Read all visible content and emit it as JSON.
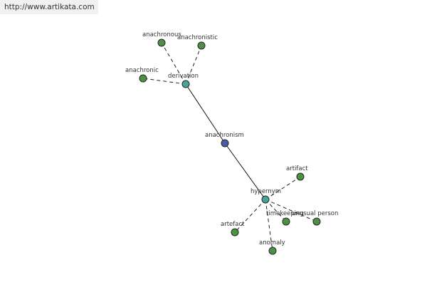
{
  "banner": {
    "url": "http://www.artikata.com"
  },
  "colors": {
    "center": "#4a5aa8",
    "hub": "#4aa39a",
    "leaf": "#4f8f48"
  },
  "graph": {
    "nodes": [
      {
        "id": "anachronism",
        "label": "anachronism",
        "kind": "center"
      },
      {
        "id": "derivation",
        "label": "derivation",
        "kind": "hub"
      },
      {
        "id": "hypernym",
        "label": "hypernym",
        "kind": "hub"
      },
      {
        "id": "anachronous",
        "label": "anachronous",
        "kind": "leaf"
      },
      {
        "id": "anachronistic",
        "label": "anachronistic",
        "kind": "leaf"
      },
      {
        "id": "anachronic",
        "label": "anachronic",
        "kind": "leaf"
      },
      {
        "id": "artifact",
        "label": "artifact",
        "kind": "leaf"
      },
      {
        "id": "timekeeping",
        "label": "timekeeping",
        "kind": "leaf"
      },
      {
        "id": "unusual-person",
        "label": "unusual person",
        "kind": "leaf"
      },
      {
        "id": "artefact",
        "label": "artefact",
        "kind": "leaf"
      },
      {
        "id": "anomaly",
        "label": "anomaly",
        "kind": "leaf"
      }
    ],
    "edges": [
      {
        "from": "anachronism",
        "to": "derivation",
        "style": "solid"
      },
      {
        "from": "anachronism",
        "to": "hypernym",
        "style": "solid"
      },
      {
        "from": "derivation",
        "to": "anachronous",
        "style": "dashed"
      },
      {
        "from": "derivation",
        "to": "anachronistic",
        "style": "dashed"
      },
      {
        "from": "derivation",
        "to": "anachronic",
        "style": "dashed"
      },
      {
        "from": "hypernym",
        "to": "artifact",
        "style": "dashed"
      },
      {
        "from": "hypernym",
        "to": "timekeeping",
        "style": "dashed"
      },
      {
        "from": "hypernym",
        "to": "unusual-person",
        "style": "dashed"
      },
      {
        "from": "hypernym",
        "to": "artefact",
        "style": "dashed"
      },
      {
        "from": "hypernym",
        "to": "anomaly",
        "style": "dashed"
      }
    ]
  }
}
